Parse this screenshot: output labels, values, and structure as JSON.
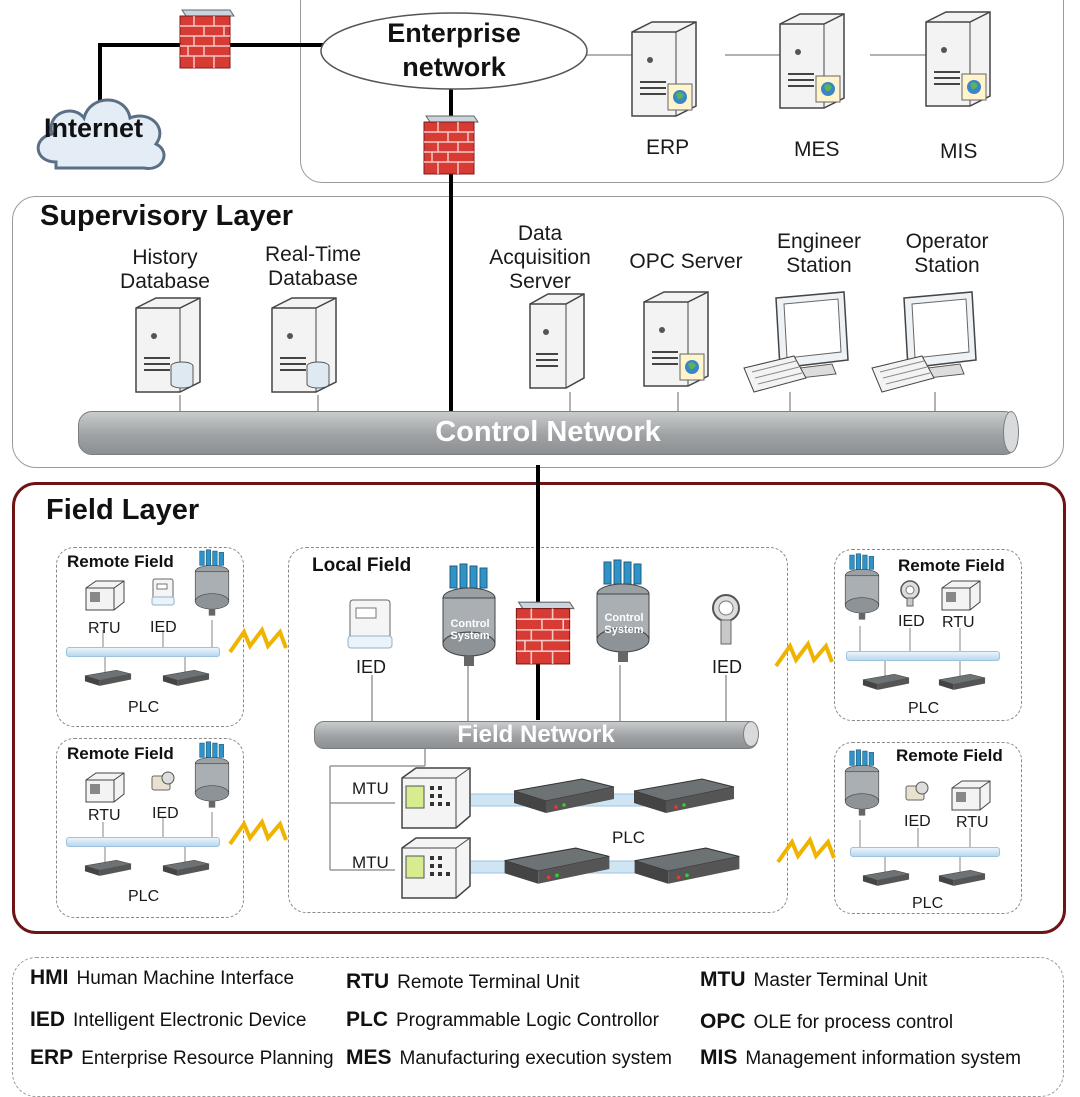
{
  "enterprise": {
    "cloud_label": "Internet",
    "network_label": "Enterprise\nnetwork",
    "servers": [
      "ERP",
      "MES",
      "MIS"
    ]
  },
  "supervisory": {
    "title": "Supervisory Layer",
    "history_db": "History\nDatabase",
    "realtime_db": "Real-Time\nDatabase",
    "daq_server": "Data\nAcquisition\nServer",
    "opc_server": "OPC Server",
    "engineer_station": "Engineer\nStation",
    "operator_station": "Operator\nStation",
    "control_network": "Control Network"
  },
  "field": {
    "title": "Field Layer",
    "remote_title": "Remote Field",
    "local_title": "Local Field",
    "rtu": "RTU",
    "ied": "IED",
    "plc": "PLC",
    "mtu": "MTU",
    "control_system": "Control\nSystem",
    "field_network": "Field Network"
  },
  "legend": [
    {
      "abbr": "HMI",
      "def": "Human Machine Interface"
    },
    {
      "abbr": "RTU",
      "def": "Remote Terminal Unit"
    },
    {
      "abbr": "MTU",
      "def": "Master Terminal Unit"
    },
    {
      "abbr": "IED",
      "def": "Intelligent Electronic Device"
    },
    {
      "abbr": "PLC",
      "def": "Programmable Logic Controllor"
    },
    {
      "abbr": "OPC",
      "def": "OLE for process control"
    },
    {
      "abbr": "ERP",
      "def": "Enterprise Resource Planning"
    },
    {
      "abbr": "MES",
      "def": "Manufacturing execution system"
    },
    {
      "abbr": "MIS",
      "def": "Management information system"
    }
  ],
  "colors": {
    "field_border": "#6e1414",
    "firewall": "#d83a34",
    "pipe": "#9ea2a4",
    "bus": "#b9d8ee",
    "bolt": "#f0b400"
  },
  "icons": [
    "firewall-icon",
    "cloud-icon",
    "server-icon",
    "database-icon",
    "workstation-icon",
    "control-system-tank-icon",
    "rtu-icon",
    "ied-meter-icon",
    "plc-icon",
    "mtu-icon",
    "lightning-link-icon"
  ]
}
